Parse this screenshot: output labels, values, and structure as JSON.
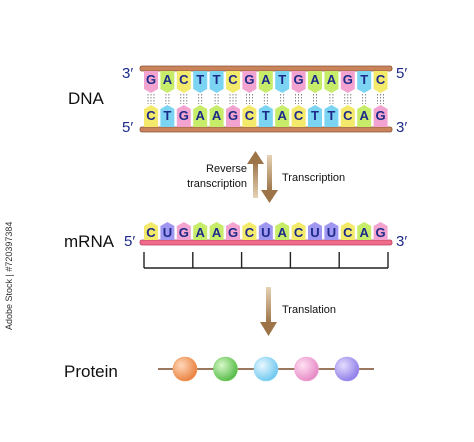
{
  "labels": {
    "dna": "DNA",
    "mrna": "mRNA",
    "protein": "Protein",
    "reverse_transcription_line1": "Reverse",
    "reverse_transcription_line2": "transcription",
    "transcription": "Transcription",
    "translation": "Translation",
    "prime3": "3′",
    "prime5": "5′"
  },
  "dna": {
    "top_strand": [
      "G",
      "A",
      "C",
      "T",
      "T",
      "C",
      "G",
      "A",
      "T",
      "G",
      "A",
      "A",
      "G",
      "T",
      "C"
    ],
    "bottom_strand": [
      "C",
      "T",
      "G",
      "A",
      "A",
      "G",
      "C",
      "T",
      "A",
      "C",
      "T",
      "T",
      "C",
      "A",
      "G"
    ],
    "top_left_end": "3′",
    "top_right_end": "5′",
    "bottom_left_end": "5′",
    "bottom_right_end": "3′"
  },
  "mrna": {
    "bases": [
      "C",
      "U",
      "G",
      "A",
      "A",
      "G",
      "C",
      "U",
      "A",
      "C",
      "U",
      "U",
      "C",
      "A",
      "G"
    ],
    "left_end": "5′",
    "right_end": "3′",
    "codon_count": 5
  },
  "protein": {
    "amino_acid_colors": [
      "#f39a5b",
      "#7ed36a",
      "#93d9f5",
      "#f2a6d6",
      "#a99af0"
    ]
  },
  "colors": {
    "base_G": "#f3a3cf",
    "base_A": "#c6ec6a",
    "base_C": "#f3e96a",
    "base_T": "#7ad4f2",
    "base_U": "#9f97f0",
    "backbone": "#c9845c",
    "mrna_backbone": "#f06b8a",
    "arrow": "#b08a5a",
    "label_blue": "#1c2a8a"
  },
  "watermark": "Adobe Stock | #720397384"
}
